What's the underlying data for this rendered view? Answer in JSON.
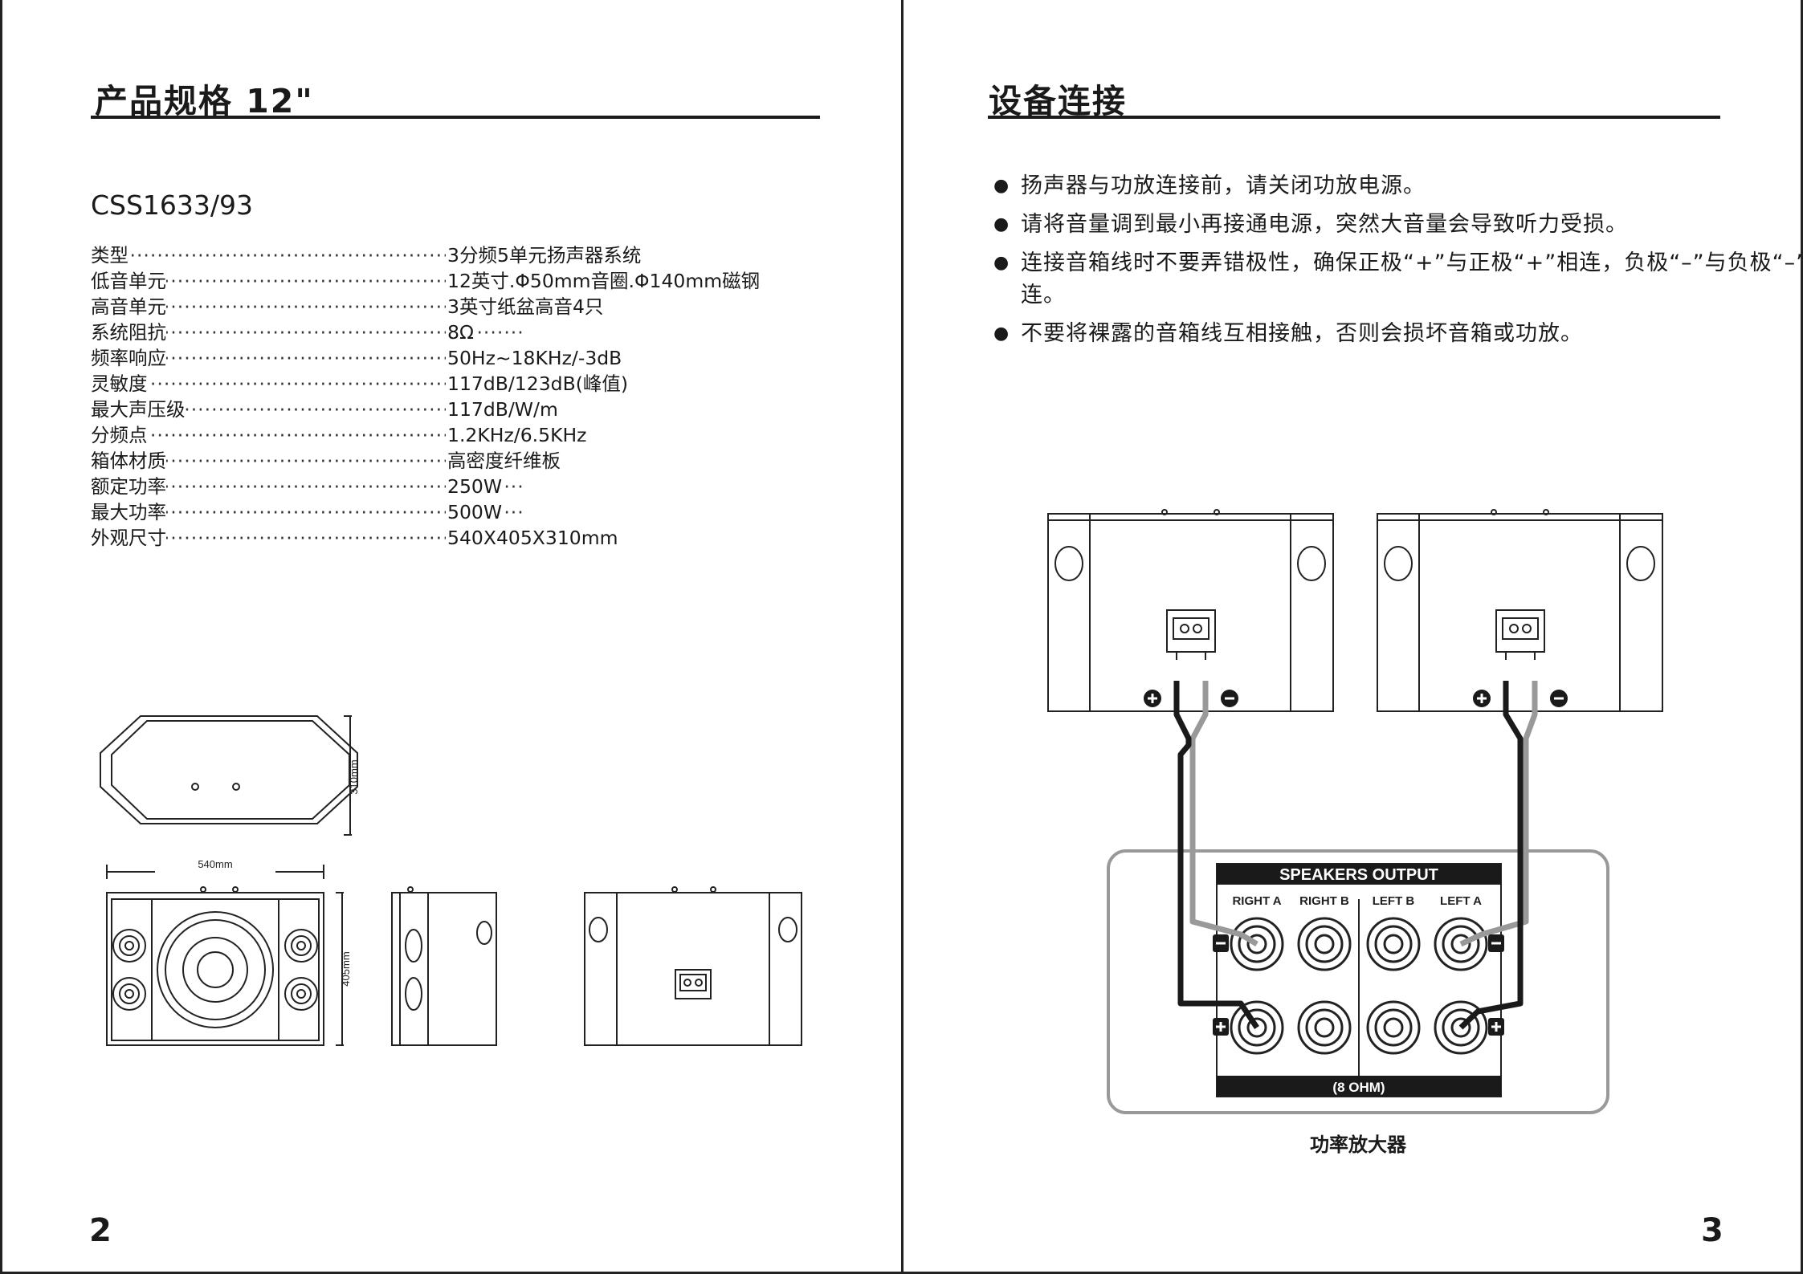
{
  "left_page": {
    "title": "产品规格 12\"",
    "model": "CSS1633/93",
    "specs": [
      {
        "label": "类型",
        "value": "3分频5单元扬声器系统"
      },
      {
        "label": "低音单元",
        "value": "12英寸.Φ50mm音圈.Φ140mm磁钢"
      },
      {
        "label": "高音单元",
        "value": "3英寸纸盆高音4只"
      },
      {
        "label": "系统阻抗",
        "value": "8Ω"
      },
      {
        "label": "频率响应",
        "value": "50Hz~18KHz/-3dB"
      },
      {
        "label": "灵敏度",
        "value": "117dB/123dB(峰值)"
      },
      {
        "label": "最大声压级",
        "value": "117dB/W/m"
      },
      {
        "label": "分频点",
        "value": "1.2KHz/6.5KHz"
      },
      {
        "label": "箱体材质",
        "value": "高密度纤维板"
      },
      {
        "label": "额定功率",
        "value": "250W"
      },
      {
        "label": "最大功率",
        "value": "500W"
      },
      {
        "label": "外观尺寸",
        "value": "540X405X310mm"
      }
    ],
    "dots": "·································································",
    "dimensions": {
      "depth": "310mm",
      "width": "540mm",
      "height": "405mm"
    },
    "page_number": "2"
  },
  "right_page": {
    "title": "设备连接",
    "bullet_symbol": "●",
    "bullets": [
      "扬声器与功放连接前，请关闭功放电源。",
      "请将音量调到最小再接通电源，突然大音量会导致听力受损。",
      "连接音箱线时不要弄错极性，确保正极“+”与正极“+”相连，负极“–”与负极“–”相连。",
      "不要将裸露的音箱线互相接触，否则会损坏音箱或功放。"
    ],
    "amp": {
      "header": "SPEAKERS OUTPUT",
      "channels": [
        "RIGHT A",
        "RIGHT B",
        "LEFT B",
        "LEFT A"
      ],
      "impedance": "(8 OHM)",
      "caption": "功率放大器",
      "plus_sign": "+",
      "minus_sign": "−"
    },
    "page_number": "3"
  }
}
